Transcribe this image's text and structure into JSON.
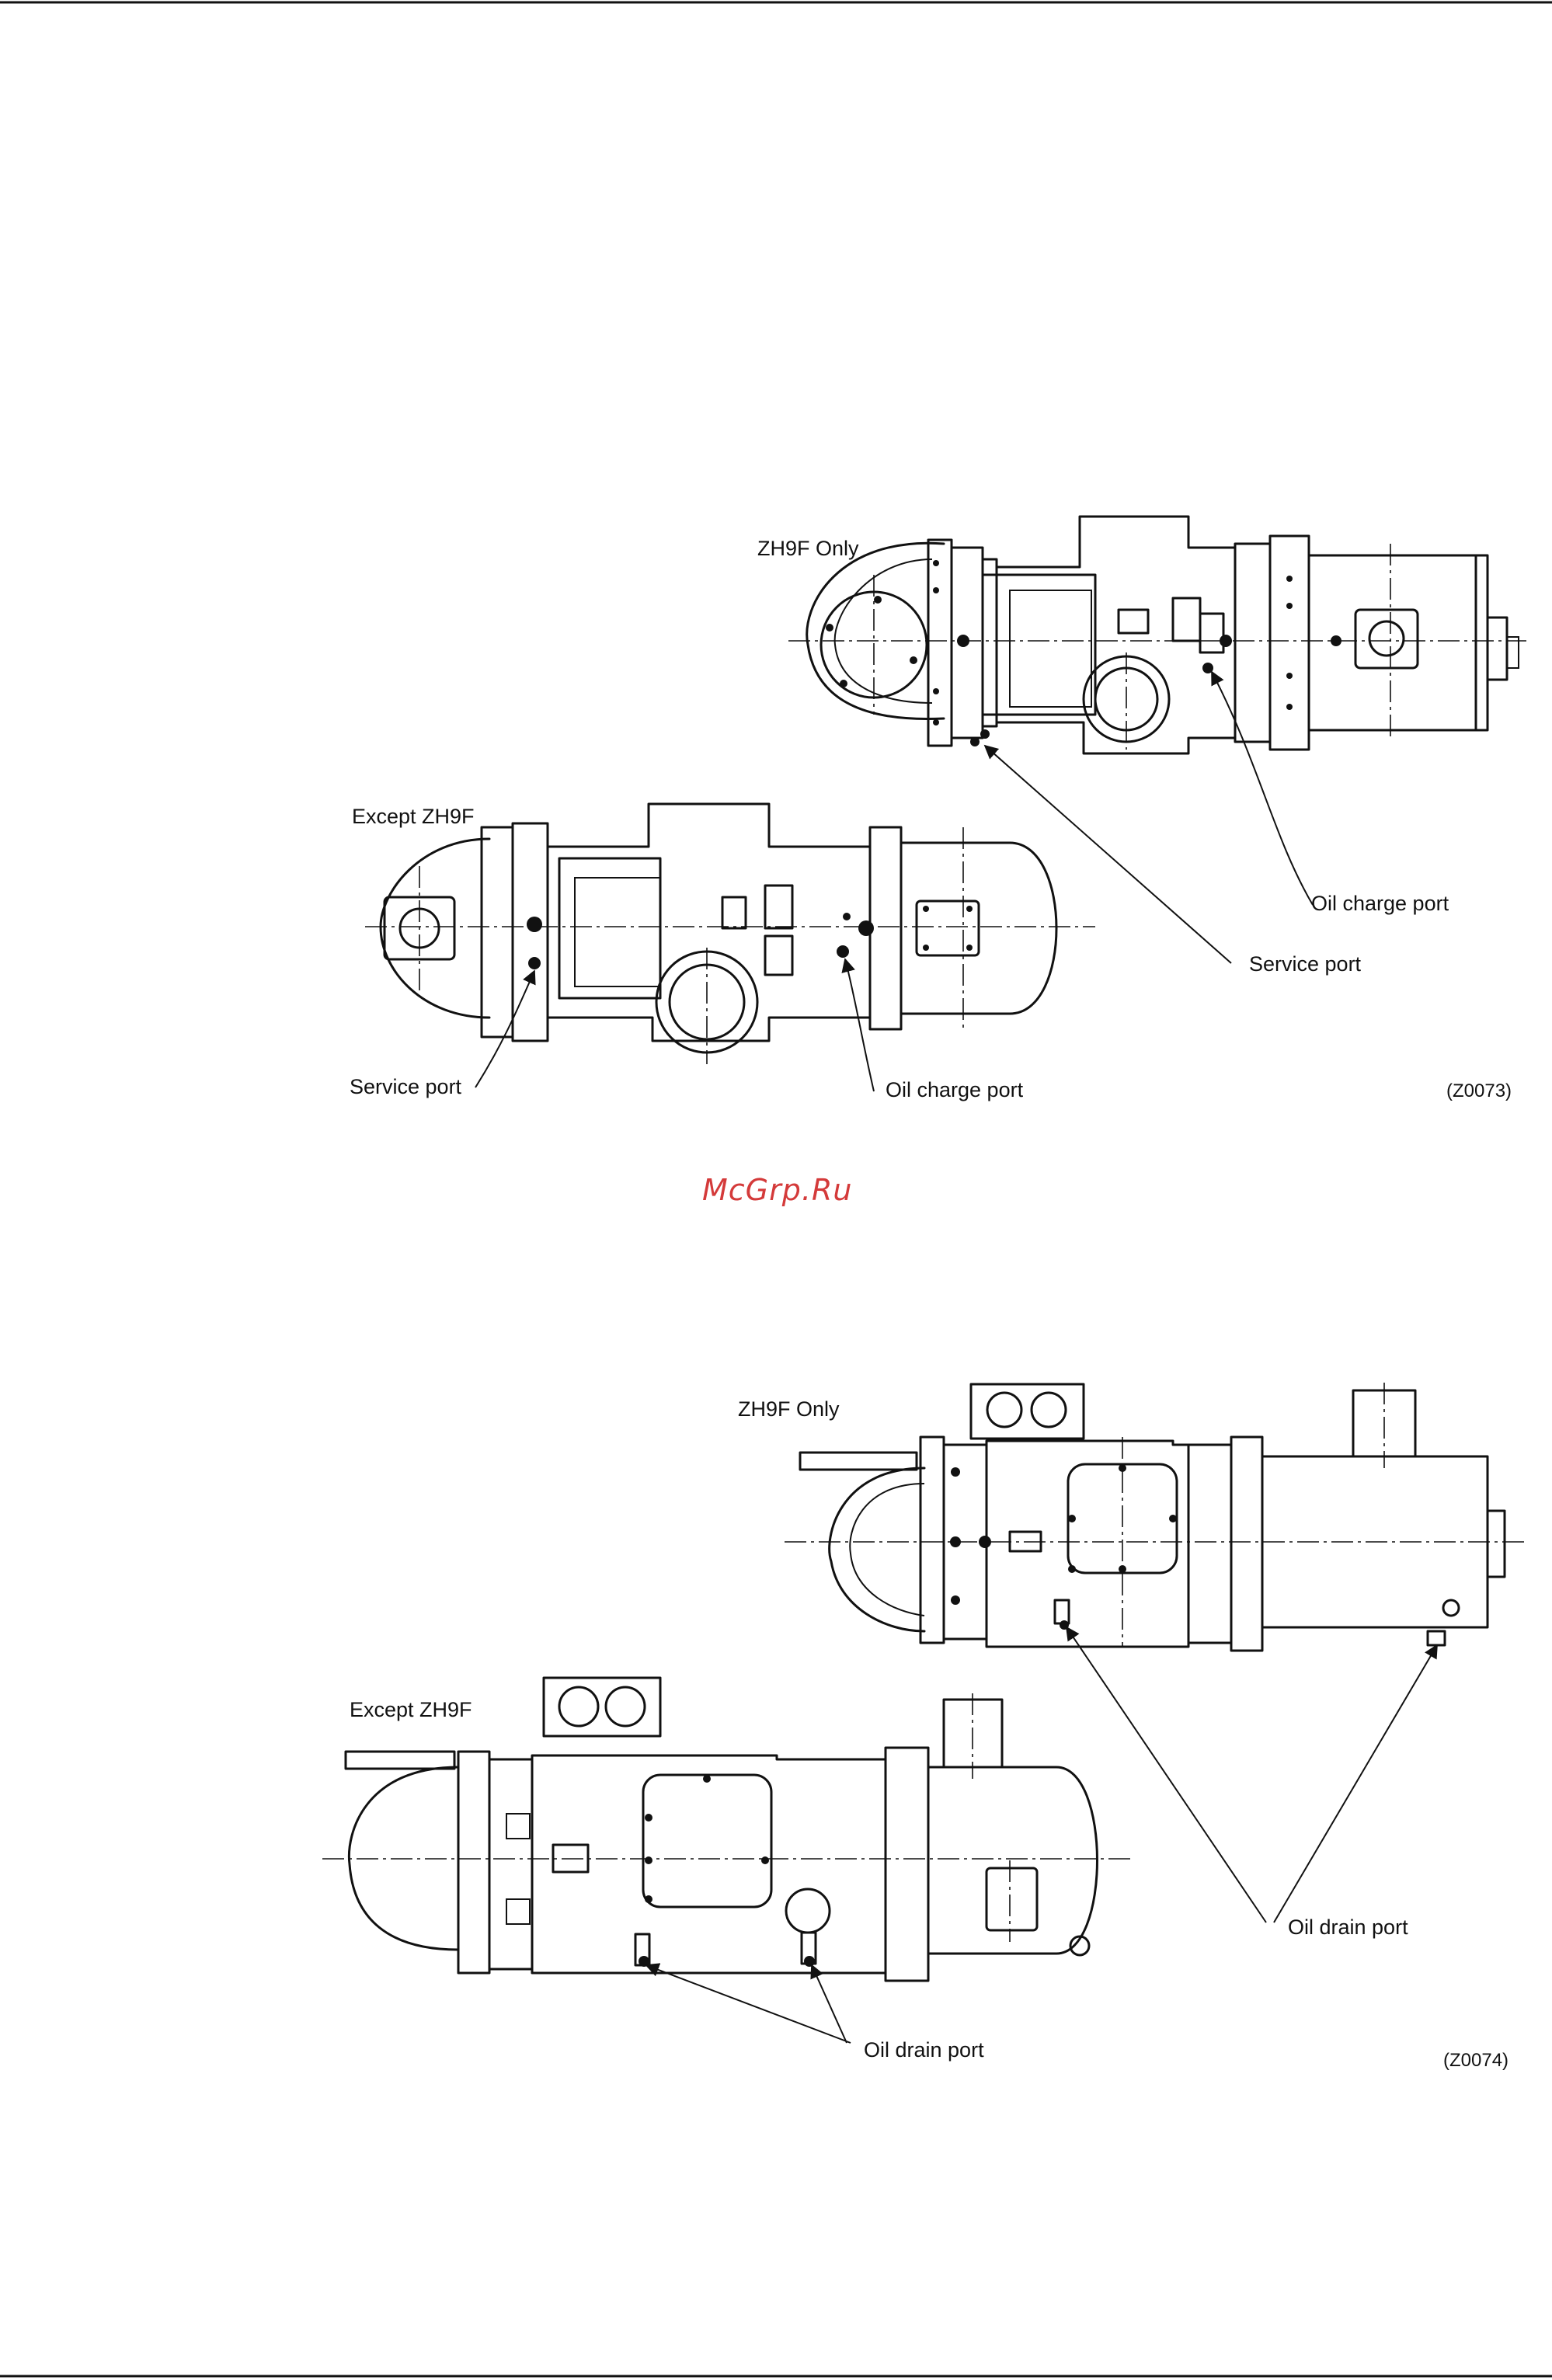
{
  "watermark": "McGrp.Ru",
  "figure1": {
    "top_view_label": "ZH9F Only",
    "bottom_view_label": "Except ZH9F",
    "callouts": {
      "oil_charge_port_top": "Oil charge port",
      "service_port_top": "Service port",
      "service_port_bottom": "Service port",
      "oil_charge_port_bottom": "Oil charge port"
    },
    "code": "(Z0073)"
  },
  "figure2": {
    "top_view_label": "ZH9F Only",
    "bottom_view_label": "Except ZH9F",
    "callouts": {
      "oil_drain_port_top": "Oil drain port",
      "oil_drain_port_bottom": "Oil drain port"
    },
    "code": "(Z0074)"
  }
}
